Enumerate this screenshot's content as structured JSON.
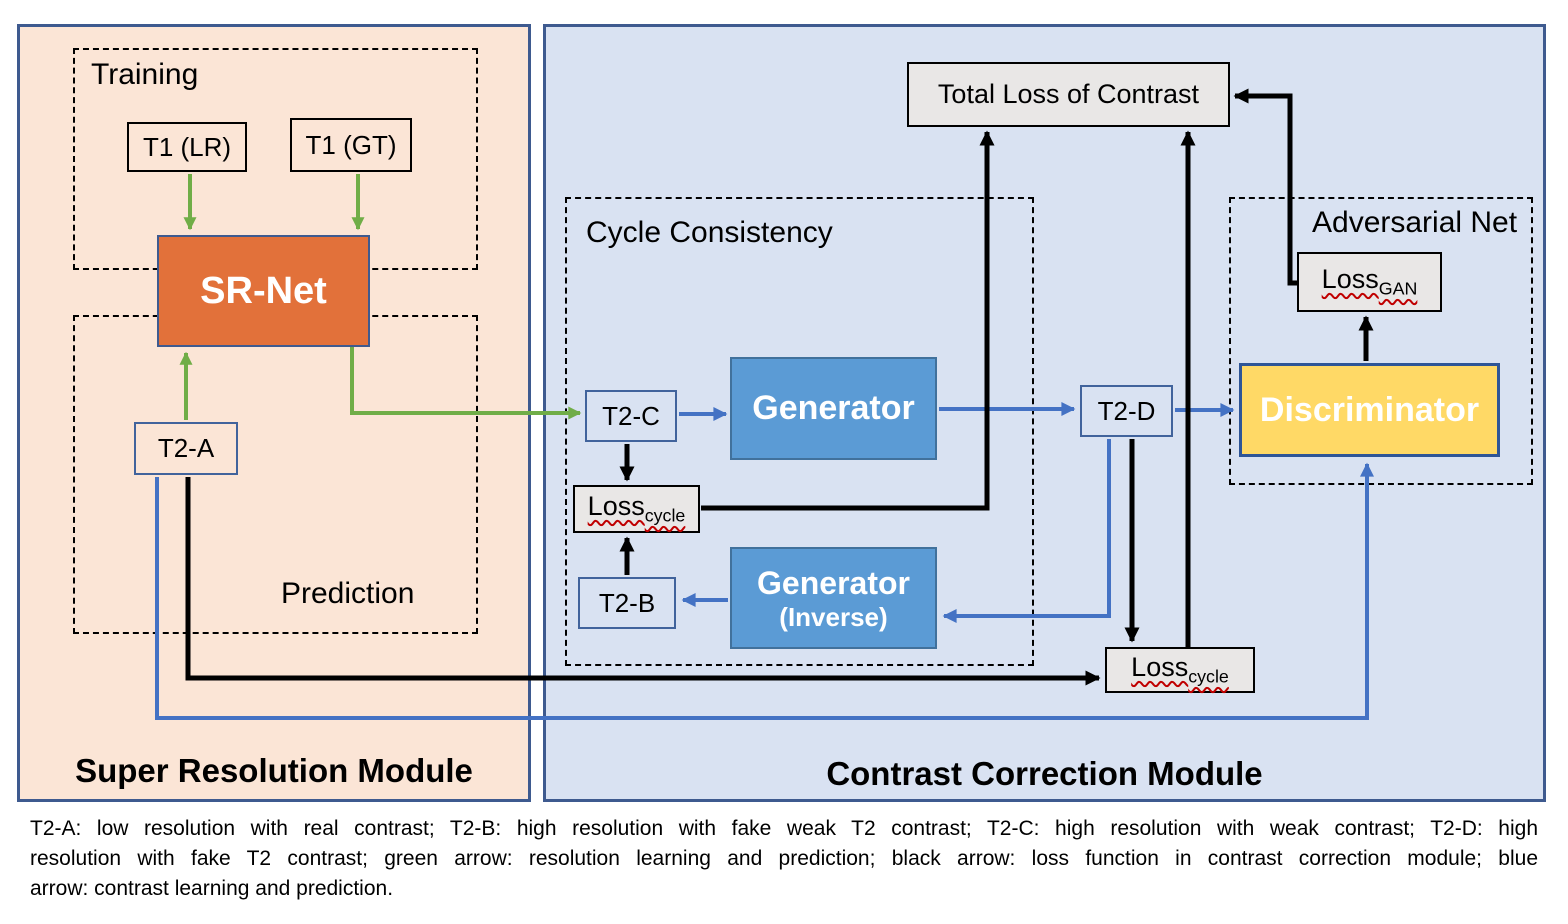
{
  "colors": {
    "left_panel_bg": "#FBE5D6",
    "right_panel_bg": "#D9E2F2",
    "panel_border": "#3E5A8F",
    "srnet_orange": "#E2713A",
    "generator_blue": "#5B9BD5",
    "discriminator_yellow": "#FFD966",
    "loss_box_gray": "#E9E7E6",
    "green_arrow": "#70AD47",
    "blue_arrow": "#4472C4",
    "black_arrow": "#000000",
    "squiggle_red": "#C00000"
  },
  "left_panel": {
    "title": "Super Resolution Module",
    "groups": {
      "training": "Training",
      "prediction": "Prediction"
    },
    "boxes": {
      "t1_lr": "T1 (LR)",
      "t1_gt": "T1 (GT)",
      "sr_net": "SR-Net",
      "t2_a": "T2-A"
    }
  },
  "right_panel": {
    "title": "Contrast Correction Module",
    "groups": {
      "cycle": "Cycle Consistency",
      "adversarial": "Adversarial Net"
    },
    "boxes": {
      "total_loss": "Total Loss of Contrast",
      "t2_c": "T2-C",
      "generator": "Generator",
      "loss_cycle_upper": {
        "base": "Loss",
        "sub": "cycle"
      },
      "t2_b": "T2-B",
      "generator_inverse": {
        "line1": "Generator",
        "line2": "(Inverse)"
      },
      "t2_d": "T2-D",
      "loss_gan": {
        "base": "Loss",
        "sub": "GAN"
      },
      "discriminator": "Discriminator",
      "loss_cycle_bottom": {
        "base": "Loss",
        "sub": "cycle"
      }
    }
  },
  "caption": {
    "lines": [
      "T2-A: low resolution with real contrast; T2-B: high resolution with fake weak T2 contrast; T2-C: high resolution with weak contrast;  T2-D: high",
      "resolution with fake T2 contrast; green arrow: resolution learning and prediction; black arrow: loss function in contrast correction module; blue",
      "arrow: contrast learning and prediction."
    ]
  }
}
